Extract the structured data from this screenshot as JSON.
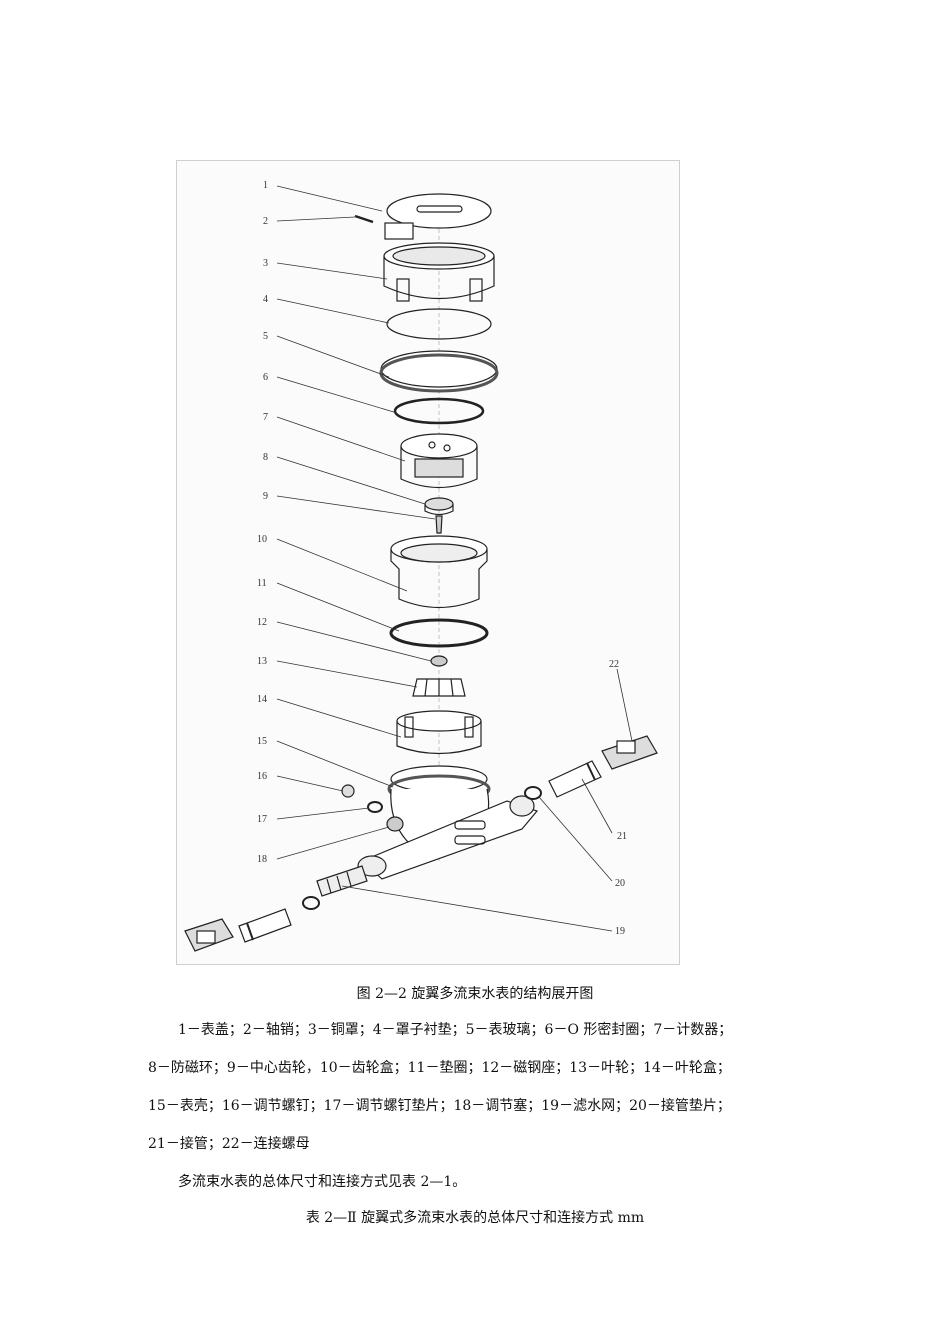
{
  "figure": {
    "labels": [
      "1",
      "2",
      "3",
      "4",
      "5",
      "6",
      "7",
      "8",
      "9",
      "10",
      "11",
      "12",
      "13",
      "14",
      "15",
      "16",
      "17",
      "18",
      "19",
      "20",
      "21",
      "22"
    ]
  },
  "caption": "图 2—2  旋翼多流束水表的结构展开图",
  "legend": {
    "line1": "1－表盖；2－轴销；3－铜罩；4－罩子衬垫；5－表玻璃；6－O 形密封圈；7－计数器；",
    "line2": "8－防磁环；9－中心齿轮，10－齿轮盒；11－垫圈；12－磁钢座；13－叶轮；14－叶轮盒；",
    "line3": "15－表壳；16－调节螺钉；17－调节螺钉垫片；18－调节塞；19－滤水网；20－接管垫片；",
    "line4": "21－接管；22－连接螺母"
  },
  "paragraph": "多流束水表的总体尺寸和连接方式见表 2—1。",
  "table_title": "表 2—Ⅱ  旋翼式多流束水表的总体尺寸和连接方式  mm"
}
